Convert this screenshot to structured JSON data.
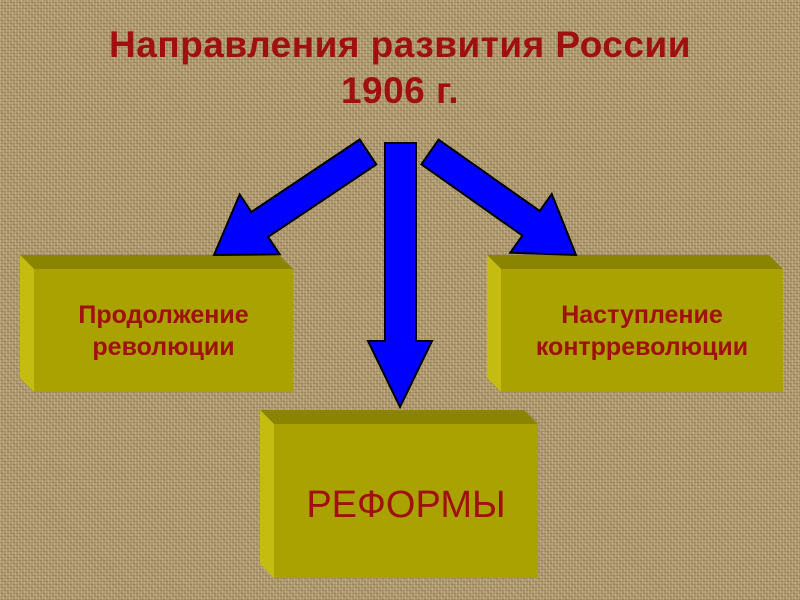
{
  "title": {
    "line1": "Направления развития России",
    "line2": "1906 г."
  },
  "boxes": {
    "left": {
      "line1": "Продолжение",
      "line2": "революции"
    },
    "right": {
      "line1": "Наступление",
      "line2": "контрреволюции"
    },
    "bottom": {
      "label": "РЕФОРМЫ"
    }
  },
  "colors": {
    "title": "#a01010",
    "arrow": "#0000ff",
    "box_face": "#a9a200"
  }
}
